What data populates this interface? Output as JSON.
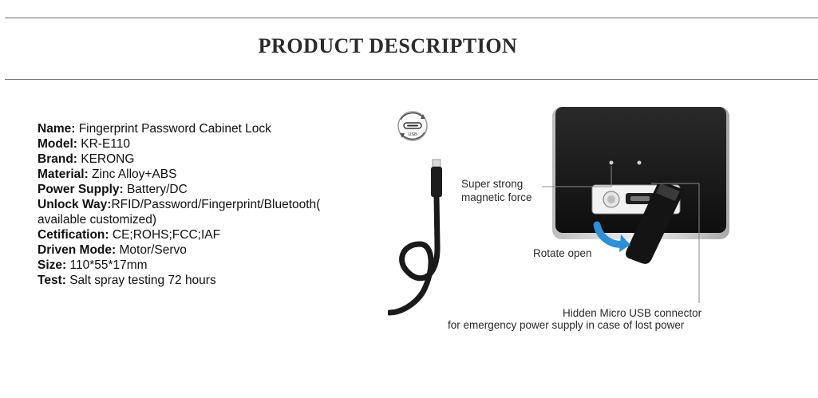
{
  "page": {
    "title": "PRODUCT DESCRIPTION"
  },
  "specs": [
    {
      "label": "Name:",
      "value": " Fingerprint Password Cabinet Lock"
    },
    {
      "label": "Model:",
      "value": " KR-E110"
    },
    {
      "label": "Brand:",
      "value": " KERONG"
    },
    {
      "label": "Material:",
      "value": " Zinc Alloy+ABS"
    },
    {
      "label": "Power Supply:",
      "value": " Battery/DC"
    },
    {
      "label": "Unlock Way:",
      "value": "RFID/Password/Fingerprint/Bluetooth( available customized)"
    },
    {
      "label": "Cetification:",
      "value": " CE;ROHS;FCC;IAF"
    },
    {
      "label": "Driven Mode:",
      "value": " Motor/Servo"
    },
    {
      "label": "Size:",
      "value": " 110*55*17mm"
    },
    {
      "label": "Test:",
      "value": " Salt spray testing 72 hours"
    }
  ],
  "figure": {
    "usb_badge_label": "USB",
    "magnet_caption_line1": "Super strong",
    "magnet_caption_line2": "magnetic force",
    "rotate_caption": "Rotate open",
    "usb_caption_line1": "Hidden Micro USB connector",
    "usb_caption_line2": "for emergency power supply in case of lost power",
    "accent_color": "#2f8fd6"
  }
}
